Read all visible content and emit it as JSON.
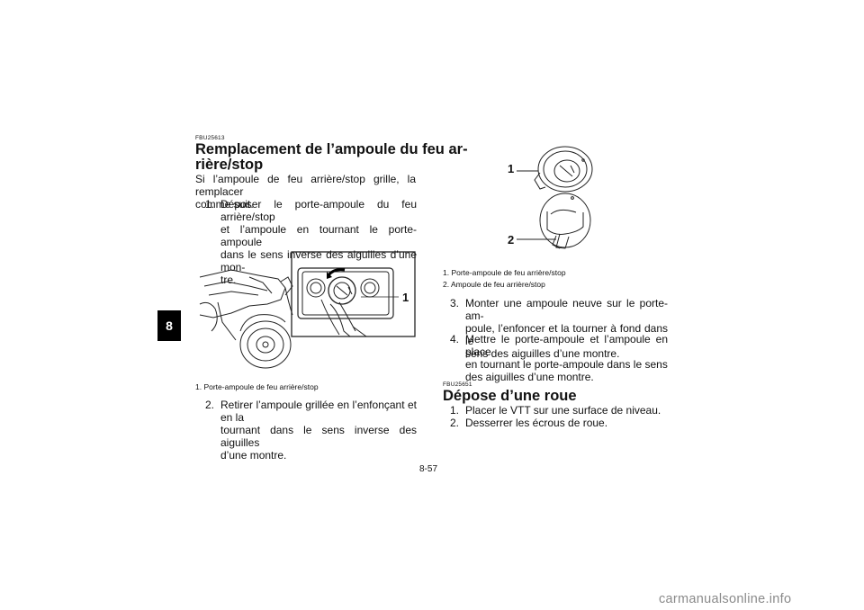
{
  "chapter_tab": "8",
  "left": {
    "section_code": "FBU25613",
    "heading_line1": "Remplacement de l’ampoule du feu ar-",
    "heading_line2": "rière/stop",
    "intro_line1": "Si l’ampoule de feu arrière/stop grille, la remplacer",
    "intro_line2": "comme suit.",
    "step1": {
      "num": "1.",
      "line1": "Déposer le porte-ampoule du feu arrière/stop",
      "line2": "et l’ampoule en tournant le porte-ampoule",
      "line3": "dans le sens inverse des aiguilles d’une mon-",
      "line4": "tre."
    },
    "figure_callout": "1",
    "caption1": "1. Porte-ampoule de feu arrière/stop",
    "step2": {
      "num": "2.",
      "line1": "Retirer l’ampoule grillée en l’enfonçant et en la",
      "line2": "tournant dans le sens inverse des aiguilles",
      "line3": "d’une montre."
    }
  },
  "right": {
    "figure_callout1": "1",
    "figure_callout2": "2",
    "caption1": "1. Porte-ampoule de feu arrière/stop",
    "caption2": "2. Ampoule de feu arrière/stop",
    "step3": {
      "num": "3.",
      "line1": "Monter une ampoule neuve sur le porte-am-",
      "line2": "poule, l’enfoncer et la tourner à fond dans le",
      "line3": "sens des aiguilles d’une montre."
    },
    "step4": {
      "num": "4.",
      "line1": "Mettre le porte-ampoule et l’ampoule en place",
      "line2": "en tournant le porte-ampoule dans le sens",
      "line3": "des aiguilles d’une montre."
    },
    "section_code": "FBU25651",
    "heading": "Dépose d’une roue",
    "step1": {
      "num": "1.",
      "text": "Placer le VTT sur une surface de niveau."
    },
    "step2": {
      "num": "2.",
      "text": "Desserrer les écrous de roue."
    }
  },
  "page_number": "8-57",
  "watermark": "carmanualsonline.info"
}
